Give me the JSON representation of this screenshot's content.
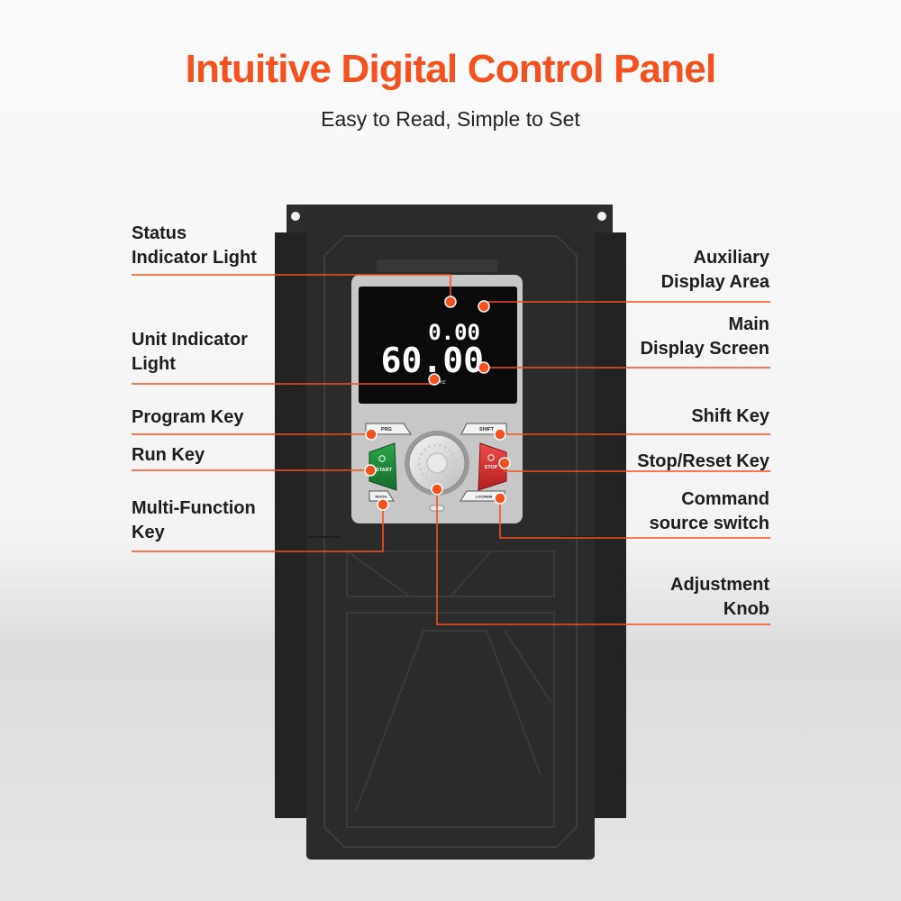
{
  "header": {
    "title": "Intuitive Digital Control Panel",
    "subtitle": "Easy to Read, Simple to Set"
  },
  "colors": {
    "accent": "#f4511e",
    "housing": "#2b2b2b",
    "panel": "#c7c7c7",
    "start": "#1d8a3a",
    "stop": "#d93030"
  },
  "callouts_left": [
    {
      "id": "status",
      "line1": "Status",
      "line2": "Indicator Light"
    },
    {
      "id": "unit",
      "line1": "Unit Indicator",
      "line2": "Light"
    },
    {
      "id": "program",
      "line1": "Program Key"
    },
    {
      "id": "run",
      "line1": "Run Key"
    },
    {
      "id": "multifunction",
      "line1": "Multi-Function",
      "line2": "Key"
    }
  ],
  "callouts_right": [
    {
      "id": "auxiliary",
      "line1": "Auxiliary",
      "line2": "Display Area"
    },
    {
      "id": "main",
      "line1": "Main",
      "line2": "Display Screen"
    },
    {
      "id": "shift",
      "line1": "Shift Key"
    },
    {
      "id": "stopreset",
      "line1": "Stop/Reset Key"
    },
    {
      "id": "command",
      "line1": "Command",
      "line2": "source switch"
    },
    {
      "id": "knob",
      "line1": "Adjustment",
      "line2": "Knob"
    }
  ],
  "device": {
    "display_aux": "0.00",
    "display_main": "60.00",
    "unit": "HZ",
    "keys": {
      "prg": "PRG",
      "shift": "SHIFT",
      "start": "START",
      "stop": "STOP",
      "mf": "M/JOG",
      "loc": "LOC/REM"
    }
  }
}
